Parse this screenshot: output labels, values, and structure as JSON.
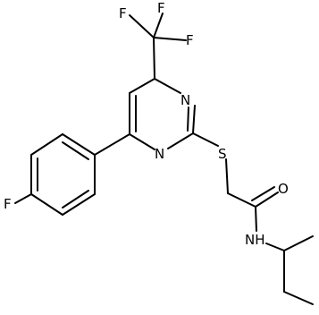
{
  "atoms": {
    "f1": "F",
    "f2": "F",
    "f3": "F",
    "n_top": "N",
    "n_bottom": "N",
    "s": "S",
    "o": "O",
    "nh": "NH",
    "f_aryl": "F"
  }
}
